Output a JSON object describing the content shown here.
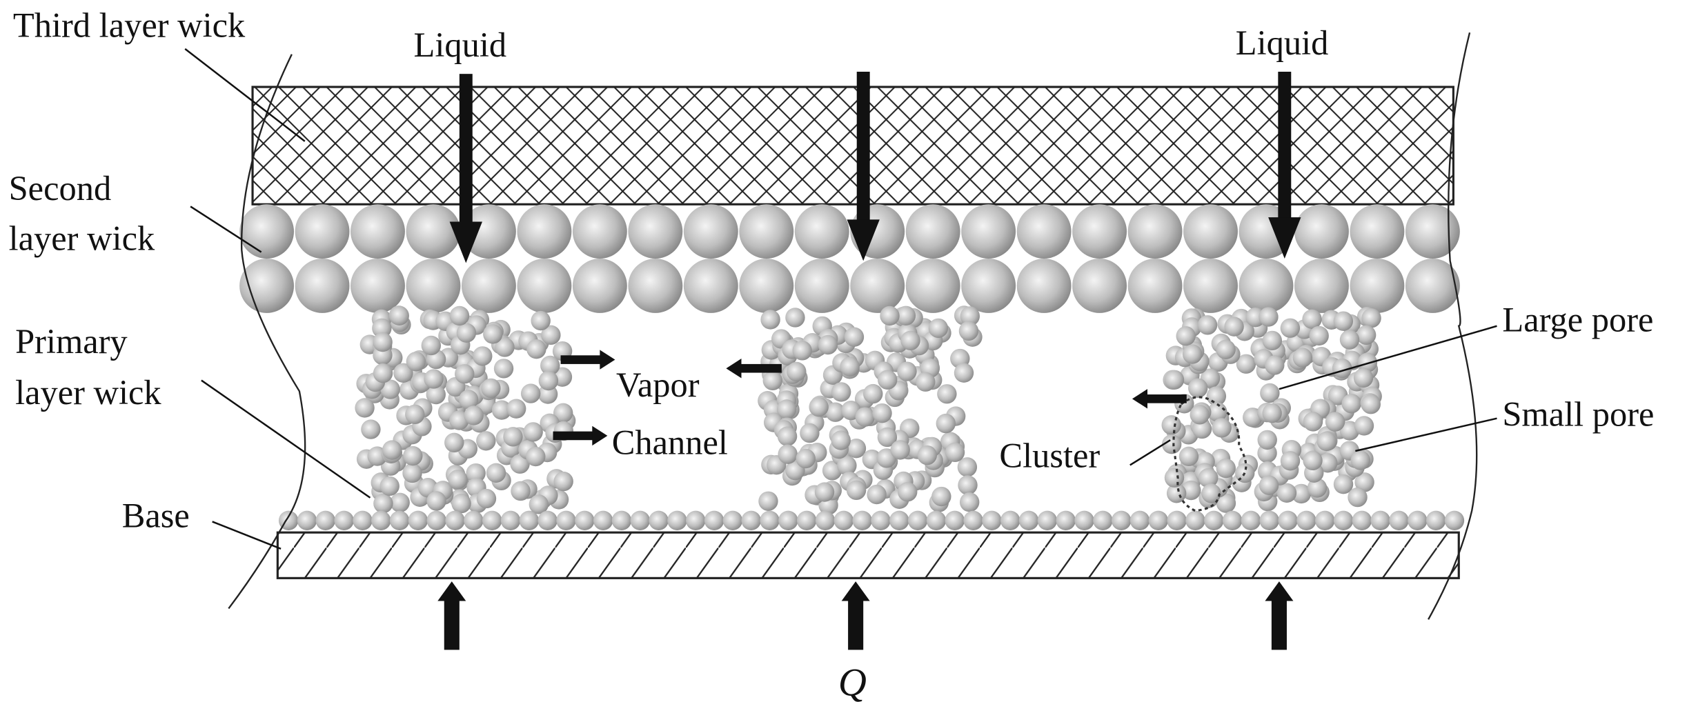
{
  "labels": {
    "third_layer": "Third layer wick",
    "second_layer_1": "Second",
    "second_layer_2": "layer wick",
    "primary_layer_1": "Primary",
    "primary_layer_2": "layer wick",
    "base": "Base",
    "liquid_left": "Liquid",
    "liquid_right": "Liquid",
    "vapor": "Vapor",
    "channel": "Channel",
    "cluster": "Cluster",
    "large_pore": "Large pore",
    "small_pore": "Small pore",
    "heat": "Q"
  },
  "colors": {
    "sphere_light": "#f2f2f2",
    "sphere_dark": "#8a8a8a",
    "arrow": "#111111"
  }
}
